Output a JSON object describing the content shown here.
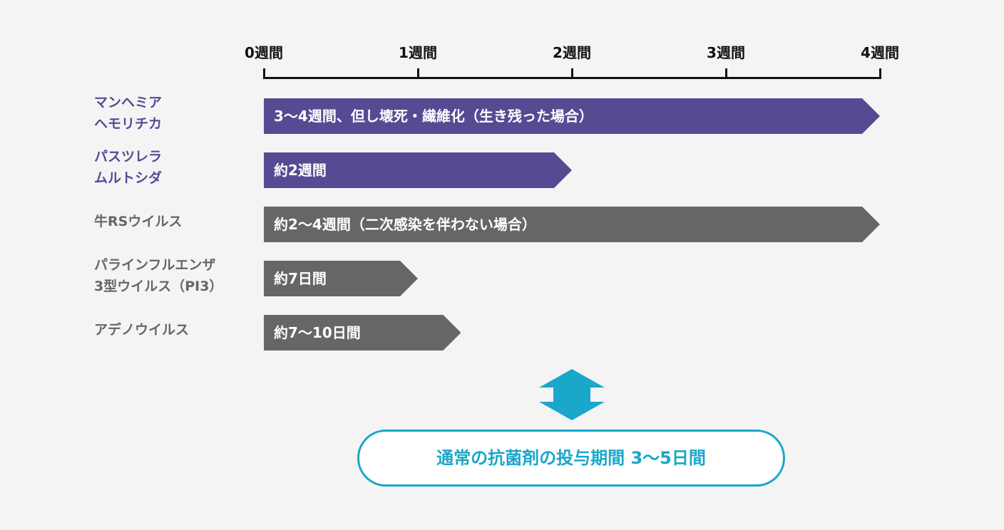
{
  "colors": {
    "purple": "#574a93",
    "gray": "#666666",
    "accent": "#1aa7c9",
    "axis": "#111111"
  },
  "axis": {
    "unit": "週間",
    "ticks": [
      "0週間",
      "1週間",
      "2週間",
      "3週間",
      "4週間"
    ],
    "range_weeks": [
      0,
      4
    ]
  },
  "rows": [
    {
      "label_lines": [
        "マンヘミア",
        "ヘモリチカ"
      ],
      "bar_text": "3〜4週間、但し壊死・繊維化（生き残った場合）",
      "duration_weeks": 4,
      "color": "#574a93"
    },
    {
      "label_lines": [
        "パスツレラ",
        "ムルトシダ"
      ],
      "bar_text": "約2週間",
      "duration_weeks": 2,
      "color": "#574a93"
    },
    {
      "label_lines": [
        "牛RSウイルス"
      ],
      "bar_text": "約2〜4週間（二次感染を伴わない場合）",
      "duration_weeks": 4,
      "color": "#666666"
    },
    {
      "label_lines": [
        "パラインフルエンザ",
        "3型ウイルス（PI3）"
      ],
      "bar_text": "約7日間",
      "duration_weeks": 1,
      "color": "#666666"
    },
    {
      "label_lines": [
        "アデノウイルス"
      ],
      "bar_text": "約7〜10日間",
      "duration_weeks": 1.28,
      "color": "#666666"
    }
  ],
  "comparison": {
    "icon": "double-arrow-vertical-icon",
    "text": "通常の抗菌剤の投与期間 3〜5日間"
  }
}
